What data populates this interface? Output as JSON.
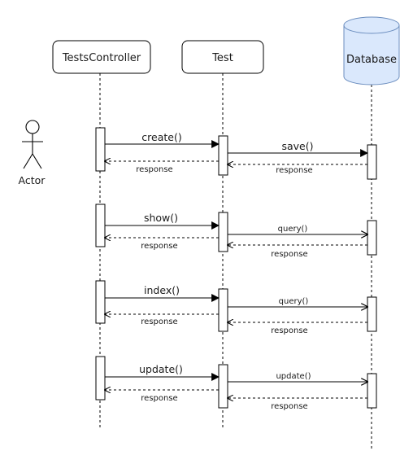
{
  "diagram": {
    "participants": [
      {
        "id": "controller",
        "label": "TestsController",
        "kind": "box"
      },
      {
        "id": "test",
        "label": "Test",
        "kind": "box"
      },
      {
        "id": "database",
        "label": "Database",
        "kind": "database",
        "fill_color": "#dae8fc",
        "stroke_color": "#6c8ebf"
      }
    ],
    "actor": {
      "label": "Actor"
    },
    "groups": [
      {
        "call": "create()",
        "call_return": "response",
        "db_call": "save()",
        "db_return": "response"
      },
      {
        "call": "show()",
        "call_return": "response",
        "db_call": "query()",
        "db_return": "response"
      },
      {
        "call": "index()",
        "call_return": "response",
        "db_call": "query()",
        "db_return": "response"
      },
      {
        "call": "update()",
        "call_return": "response",
        "db_call": "update()",
        "db_return": "response"
      }
    ]
  }
}
